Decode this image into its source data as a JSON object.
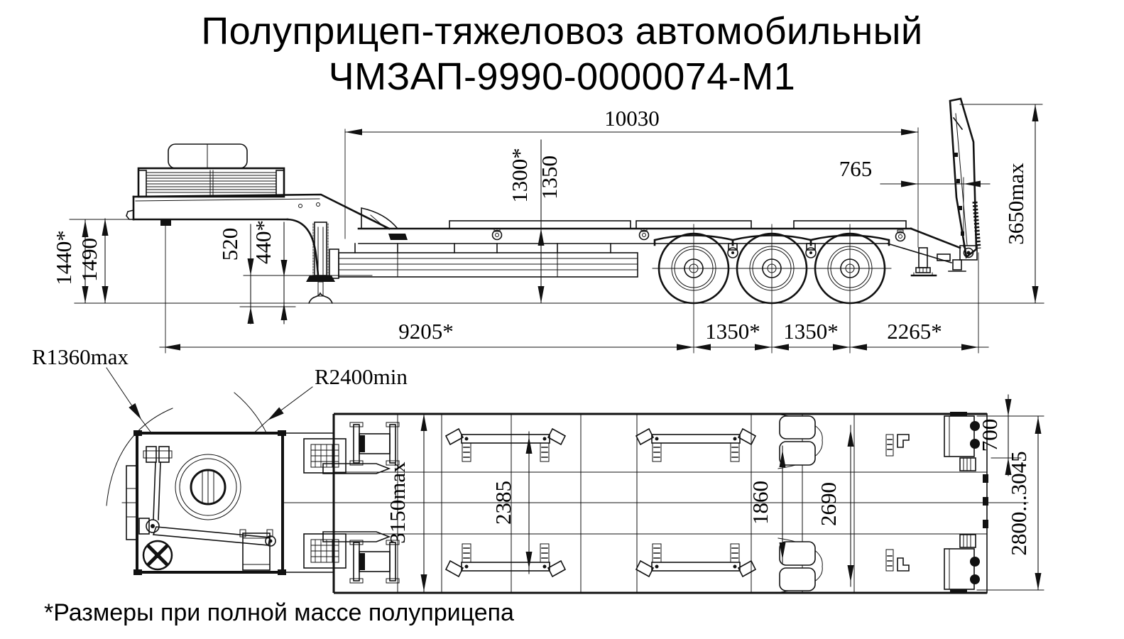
{
  "title": {
    "line1": "Полуприцеп-тяжеловоз автомобильный",
    "line2": "ЧМЗАП-9990-0000074-М1"
  },
  "footnote": "*Размеры при полной массе полуприцепа",
  "side": {
    "overall_length": "10030",
    "rear_platform_length": "765",
    "ramp_height_max": "3650max",
    "deck_height_laden": "1300*",
    "deck_height_unladen": "1350",
    "gooseneck_height_laden": "1440*",
    "gooseneck_height_unladen": "1490",
    "ground_clearance_unladen": "520",
    "ground_clearance_laden": "440*",
    "kingpin_to_first_axle": "9205*",
    "axle_spacing_12": "1350*",
    "axle_spacing_23": "1350*",
    "axle_to_ramp_hinge": "2265*"
  },
  "plan": {
    "front_swing_radius": "R1360max",
    "min_clearance_radius": "R2400min",
    "overall_width": "3150max",
    "inner_deck_width": "2385",
    "fender_inner_spacing": "1860",
    "frame_outer_width": "2690",
    "ramp_width": "700",
    "ramp_spacing_range": "2800...3045"
  }
}
